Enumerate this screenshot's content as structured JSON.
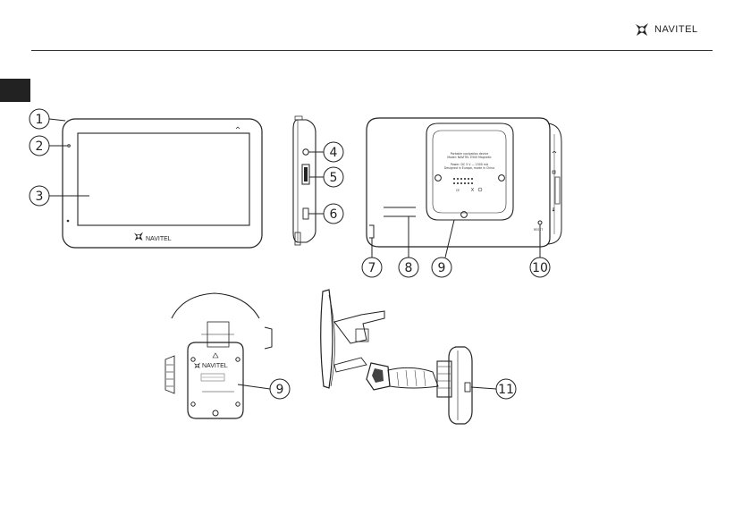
{
  "brand": {
    "name": "NAVITEL",
    "device_logo": "NAVITEL",
    "mount_logo": "NAVITEL"
  },
  "back_label": {
    "line1": "Portable navigation device",
    "line2": "Model: NAVITEL E500 Magnetic",
    "line3": "Power: DC 5 V — 1500 mA",
    "line4": "Designed in Europe, made in China",
    "marks": "CE"
  },
  "reset_label": "RESET",
  "callouts": [
    "1",
    "2",
    "3",
    "4",
    "5",
    "6",
    "7",
    "8",
    "9",
    "10",
    "9",
    "11"
  ],
  "colors": {
    "ink": "#222222",
    "rule": "#333333",
    "tab": "#222222"
  },
  "icons": [
    "navitel-logo-icon",
    "usb-icon",
    "headphone-icon",
    "recycle-icon"
  ]
}
